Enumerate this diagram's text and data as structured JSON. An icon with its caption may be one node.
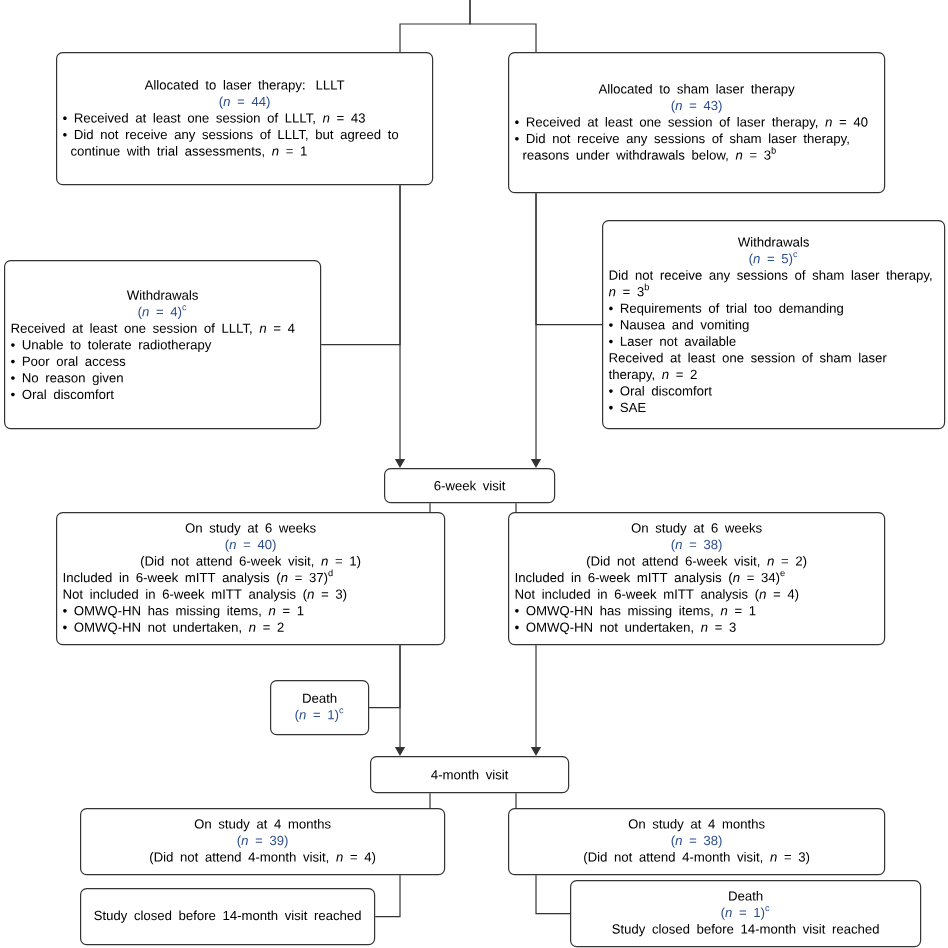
{
  "diagram": {
    "nodes": [
      {
        "text": [
          "Allocated to laser therapy: LLLT",
          "(*n* = 44)",
          "• Received at least one session of LLLT, *n* = 43",
          "• Did not receive any sessions of LLLT, but agreed to continue with trial assessments, *n* = 1"
        ]
      },
      {
        "text": [
          "Allocated to sham laser therapy",
          "(*n* = 43)",
          "• Received at least one session of laser therapy, *n* = 40",
          "• Did not receive any sessions of sham laser therapy, reasons under withdrawals below, *n* = 3$^{b}$"
        ]
      },
      {
        "text": [
          "Withdrawals",
          "(*n* = 4)$^{c}$",
          "Received at least one session of LLLT, *n* = 4",
          "• Unable to tolerate radiotherapy",
          "• Poor oral access",
          "• No reason given",
          "• Oral discomfort"
        ]
      },
      {
        "text": [
          "Withdrawals",
          "(*n* = 5)$^{c}$",
          "Did not receive any sessions of sham laser therapy, *n* = 3$^{b}$",
          "• Requirements of trial too demanding",
          "• Nausea and vomiting",
          "• Laser not available",
          "Received at least one session of sham laser therapy, *n* = 2",
          "• Oral discomfort",
          "• SAE"
        ]
      },
      {
        "text": [
          "6-week visit"
        ]
      },
      {
        "text": [
          "On study at 6 weeks",
          "(*n* = 40)",
          "(Did not attend 6-week visit, *n* = 1)",
          "Included in 6-week mITT analysis (*n* = 37)$^{d}$",
          "Not included in 6-week mITT analysis (*n* = 3)",
          "• OMWQ-HN has missing items, *n* = 1",
          "• OMWQ-HN not undertaken, *n* = 2"
        ]
      },
      {
        "text": [
          "On study at 6 weeks",
          "(*n* = 38)",
          "(Did not attend 6-week visit, *n* = 2)",
          "Included in 6-week mITT analysis (*n* = 34)$^{e}$",
          "Not included in 6-week mITT analysis (*n* = 4)",
          "• OMWQ-HN has missing items, *n* = 1",
          "• OMWQ-HN not undertaken, *n* = 3"
        ]
      },
      {
        "text": [
          "Death",
          "(*n* = 1)$^{c}$"
        ]
      },
      {
        "text": [
          "4-month visit"
        ]
      },
      {
        "text": [
          "On study at 4 months",
          "(*n* = 39)",
          "(Did not attend 4-month visit, *n* = 4)"
        ]
      },
      {
        "text": [
          "On study at 4 months",
          "(*n* = 38)",
          "(Did not attend 4-month visit, *n* = 3)"
        ]
      },
      {
        "text": [
          "Study closed before 14-month visit reached"
        ]
      },
      {
        "text": [
          "Death",
          "(*n* = 1)$^{c}$",
          "Study closed before 14-month visit reached"
        ]
      }
    ],
    "edges": [
      {
        "from": null,
        "to": 0,
        "arrow": "none"
      },
      {
        "from": null,
        "to": 1,
        "arrow": "none"
      },
      {
        "from": 0,
        "to": 2,
        "arrow": "none"
      },
      {
        "from": 0,
        "to": 4,
        "arrow": "to"
      },
      {
        "from": 1,
        "to": 3,
        "arrow": "none"
      },
      {
        "from": 1,
        "to": 4,
        "arrow": "to"
      },
      {
        "from": 4,
        "to": 5,
        "arrow": "none"
      },
      {
        "from": 4,
        "to": 6,
        "arrow": "none"
      },
      {
        "from": 5,
        "to": 7,
        "arrow": "none"
      },
      {
        "from": 5,
        "to": 8,
        "arrow": "to"
      },
      {
        "from": 6,
        "to": 8,
        "arrow": "to"
      },
      {
        "from": 8,
        "to": 9,
        "arrow": "none"
      },
      {
        "from": 8,
        "to": 10,
        "arrow": "none"
      },
      {
        "from": 9,
        "to": 11,
        "arrow": "none"
      },
      {
        "from": 10,
        "to": 12,
        "arrow": "none"
      }
    ]
  }
}
